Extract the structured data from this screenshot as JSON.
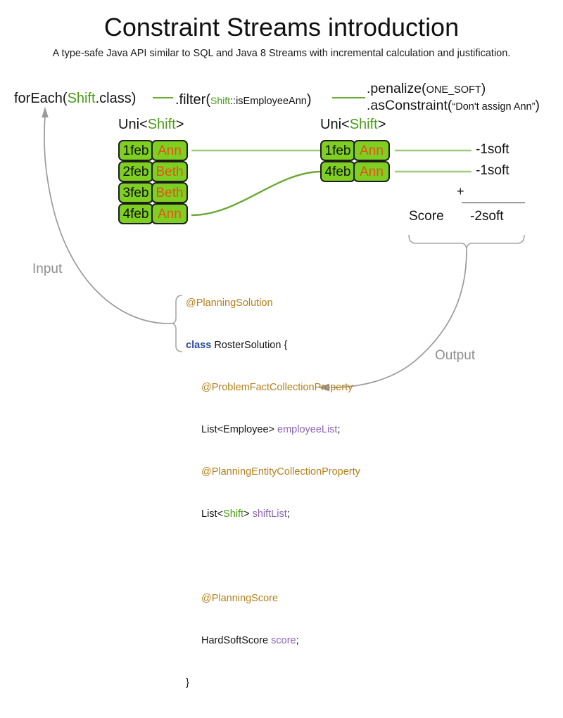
{
  "header": {
    "title": "Constraint Streams introduction",
    "subtitle": "A type-safe Java API similar to SQL and Java 8 Streams with incremental calculation and justification."
  },
  "pipeline": {
    "foreach": {
      "call": "forEach(",
      "type": "Shift",
      "tail": ".class)"
    },
    "filter": {
      "call": ".filter(",
      "arg_type": "Shift",
      "arg_rest": "::isEmployeeAnn",
      "tail": ")"
    },
    "penalize": {
      "call": ".penalize(",
      "arg": "ONE_SOFT",
      "tail": ")"
    },
    "as_constraint": {
      "call": ".asConstraint(",
      "arg": "“Don't assign Ann”",
      "tail": ")"
    }
  },
  "streams": {
    "left": {
      "caption_prefix": "Uni<",
      "caption_type": "Shift",
      "caption_suffix": ">",
      "rows": [
        {
          "date": "1feb",
          "employee": "Ann"
        },
        {
          "date": "2feb",
          "employee": "Beth"
        },
        {
          "date": "3feb",
          "employee": "Beth"
        },
        {
          "date": "4feb",
          "employee": "Ann"
        }
      ]
    },
    "right": {
      "caption_prefix": "Uni<",
      "caption_type": "Shift",
      "caption_suffix": ">",
      "rows": [
        {
          "date": "1feb",
          "employee": "Ann"
        },
        {
          "date": "4feb",
          "employee": "Ann"
        }
      ]
    }
  },
  "scores": {
    "penalties": [
      "-1soft",
      "-1soft"
    ],
    "operator": "+",
    "total": "-2soft",
    "score_label": "Score"
  },
  "flow": {
    "input_label": "Input",
    "output_label": "Output"
  },
  "code": {
    "line1_ann": "@PlanningSolution",
    "line2_kw": "class",
    "line2_rest": " RosterSolution {",
    "line3_ann": "@ProblemFactCollectionProperty",
    "line4_type": "List<Employee> ",
    "line4_var": "employeeList",
    "line4_semi": ";",
    "line5_ann": "@PlanningEntityCollectionProperty",
    "line6_pre": "List<",
    "line6_type": "Shift",
    "line6_mid": "> ",
    "line6_var": "shiftList",
    "line6_semi": ";",
    "line7_ann": "@PlanningScore",
    "line8_type": "HardSoftScore ",
    "line8_var": "score",
    "line8_semi": ";",
    "line9_close": "}"
  },
  "colors": {
    "box_fill": "#7ecf22",
    "box_border": "#1d1d1d",
    "employee_text": "#e8521a",
    "type_green": "#4a9b16",
    "connector_green": "#6aa832",
    "connector_light": "#9ec97e",
    "flow_gray": "#8e8e8e",
    "annotation_gold": "#b3801b",
    "keyword_blue": "#2b4b9b",
    "variable_purple": "#8d64b5"
  }
}
